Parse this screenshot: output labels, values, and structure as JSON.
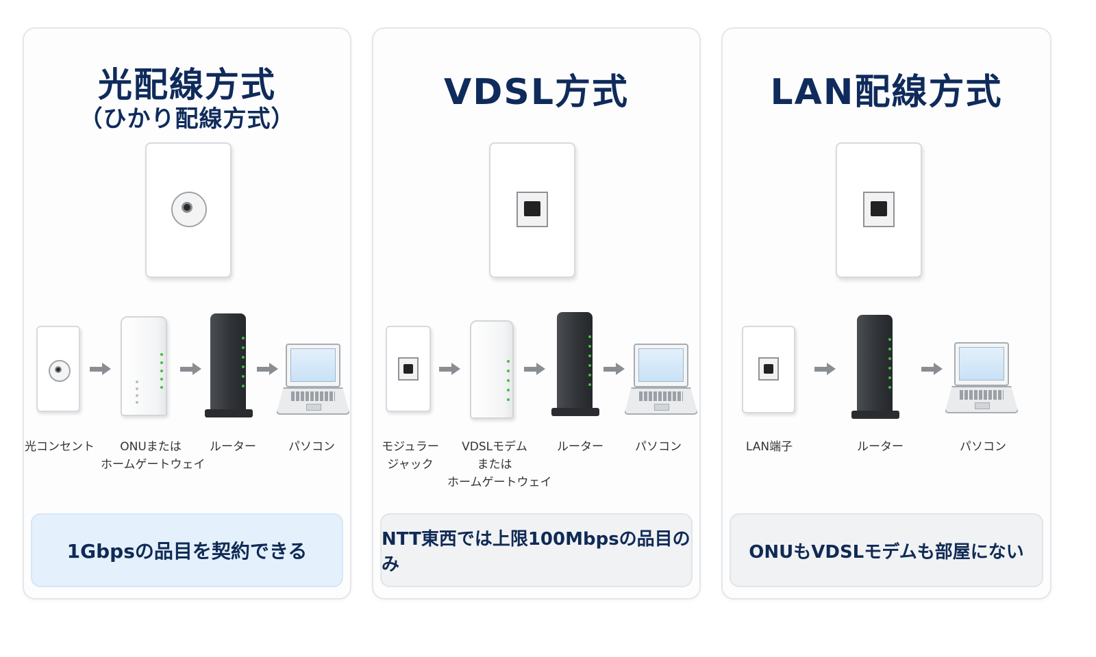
{
  "panels": [
    {
      "title": "光配線方式",
      "subtitle": "（ひかり配線方式）",
      "outlet": "optic",
      "devices": [
        {
          "type": "optic-plate",
          "label": "光コンセント"
        },
        {
          "type": "onu",
          "label": "ONUまたは\nホームゲートウェイ"
        },
        {
          "type": "router",
          "label": "ルーター"
        },
        {
          "type": "laptop",
          "label": "パソコン"
        }
      ],
      "note": "1Gbpsの品目を契約できる"
    },
    {
      "title": "VDSL方式",
      "subtitle": "",
      "outlet": "modular",
      "devices": [
        {
          "type": "modular-plate",
          "label": "モジュラー\nジャック"
        },
        {
          "type": "onu",
          "label": "VDSLモデム\nまたは\nホームゲートウェイ"
        },
        {
          "type": "router",
          "label": "ルーター"
        },
        {
          "type": "laptop",
          "label": "パソコン"
        }
      ],
      "note": "NTT東西では上限100Mbpsの品目のみ"
    },
    {
      "title": "LAN配線方式",
      "subtitle": "",
      "outlet": "lan",
      "devices": [
        {
          "type": "lan-plate",
          "label": "LAN端子"
        },
        {
          "type": "router",
          "label": "ルーター"
        },
        {
          "type": "laptop",
          "label": "パソコン"
        }
      ],
      "note": "ONUもVDSLモデムも部屋にない"
    }
  ],
  "colors": {
    "title": "#0f2b5b",
    "note_highlight": "#e4f0fc",
    "note_plain": "#f1f2f4",
    "led": "#3fbf3f"
  }
}
